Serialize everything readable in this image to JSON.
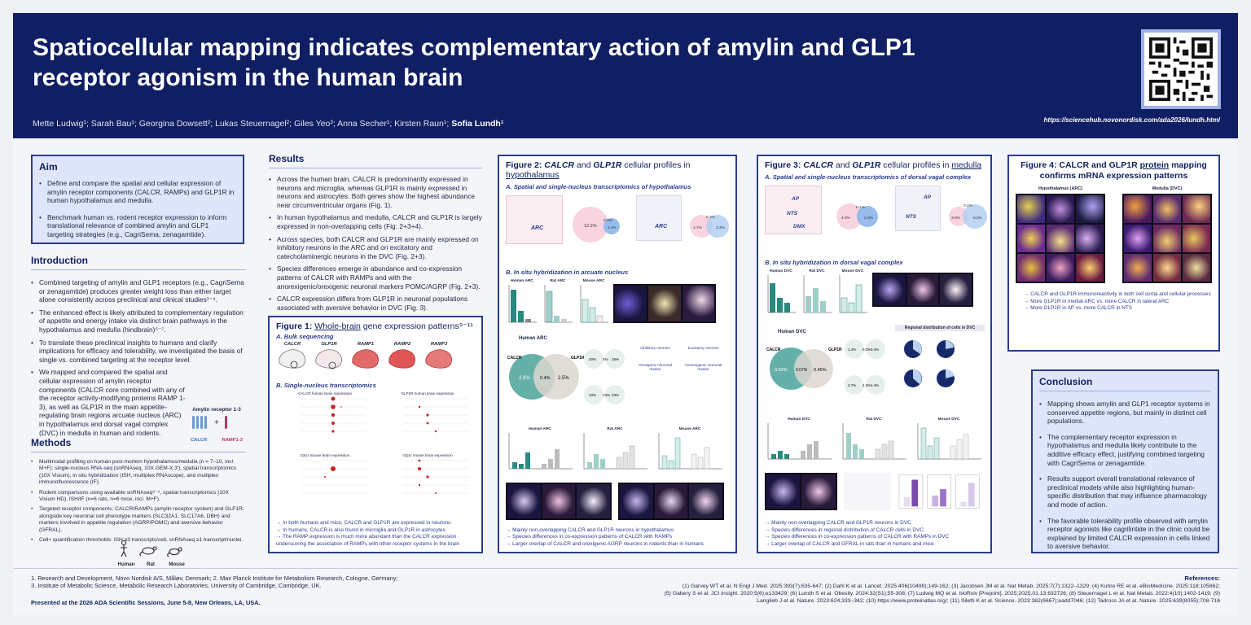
{
  "header": {
    "title_line1": "Spatiocellular mapping indicates complementary action of amylin and GLP1",
    "title_line2": "receptor agonism in the human brain",
    "authors_plain": "Mette Ludwig¹; Sarah Bau¹; Georgina Dowsett²; Lukas Steuernagel²; Giles Yeo³; Anna Secher¹; Kirsten Raun¹; ",
    "authors_bold": "Sofia Lundh¹",
    "url": "https://sciencehub.novonordisk.com/ada2026/lundh.html"
  },
  "aim": {
    "heading": "Aim",
    "items": [
      "Define and compare the spatial and cellular expression of amylin receptor components (CALCR, RAMPs) and GLP1R in human hypothalamus and medulla.",
      "Benchmark human vs. rodent receptor expression to inform translational relevance of combined amylin and GLP1 targeting strategies (e.g., CagriSema, zenagamtide)."
    ]
  },
  "introduction": {
    "heading": "Introduction",
    "items": [
      "Combined targeting of amylin and GLP1 receptors (e.g., CagriSema or zenagamtide) produces greater weight loss than either target alone consistently across preclinical and clinical studies¹⁻⁴.",
      "The enhanced effect is likely attributed to complementary regulation of appetite and energy intake via distinct brain pathways in the hypothalamus and medulla (hindbrain)⁵⁻⁷.",
      "To translate these preclinical insights to humans and clarify implications for efficacy and tolerability, we investigated the basis of single vs. combined targeting at the receptor level.",
      "We mapped and compared the spatial and cellular expression of amylin receptor components (CALCR core combined with any of the receptor activity-modifying proteins RAMP 1-3), as well as GLP1R in the main appetite-regulating brain regions arcuate nucleus (ARC) in hypothalamus and dorsal vagal complex (DVC) in medulla in human and rodents."
    ],
    "receptor_label": "Amylin receptor 1-3",
    "calcr_label": "CALCR",
    "ramp_label": "RAMP1-3"
  },
  "methods": {
    "heading": "Methods",
    "items": [
      "Multimodal profiling on human post-mortem hypothalamus/medulla (n = 7–10, incl M+F): single-nucleus RNA-seq (snRNAseq, 10X GEM-X 3'), spatial transcriptomics (10X Visium), in situ hybridization (ISH, multiplex RNAscope), and multiplex immunofluorescence (IF).",
      "Rodent comparisons using available snRNAseq⁸⁻⁹, spatial transcriptomics (10X Visium HD), ISH/IF (n=6 rats, n=6 mice, incl. M+F).",
      "Targeted receptor components: CALCR/RAMPs (amylin receptor system) and GLP1R, alongside key neuronal cell phenotype markers (SLC32A1, SLC17A6, DBH) and markers involved in appetite regulation (AGRP/POMC) and aversive behavior (GFRAL).",
      "Cell+ quantification thresholds: ISH ≥3 transcripts/cell, snRNAseq ≥1 transcript/nuclei."
    ],
    "species": [
      "Human",
      "Rat",
      "Mouse"
    ]
  },
  "results": {
    "heading": "Results",
    "items": [
      "Across the human brain, CALCR is predominantly expressed in neurons and microglia, whereas GLP1R is mainly expressed in neurons and astrocytes. Both genes show the highest abundance near circumventricular organs (Fig. 1).",
      "In human hypothalamus and medulla, CALCR and GLP1R is largely expressed in non-overlapping cells (Fig. 2+3+4).",
      "Across species, both CALCR and GLP1R are mainly expressed on inhibitory neurons in the ARC and on excitatory and catecholaminergic neurons in the DVC (Fig. 2+3).",
      "Species differences emerge in abundance and co-expression patterns of CALCR with RAMPs and with the anorexigenic/orexigenic neuronal markers POMC/AGRP (Fig. 2+3).",
      "CALCR expression differs from GLP1R in neuronal populations associated with aversive behavior in DVC (Fig. 3)."
    ]
  },
  "fig1": {
    "title_prefix": "Figure 1: ",
    "title_link": "Whole-brain",
    "title_rest": " gene expression patterns⁹⁻¹¹",
    "sub_a": "A. Bulk sequencing",
    "genes": [
      "CALCR",
      "GLP1R",
      "RAMP1",
      "RAMP2",
      "RAMP3"
    ],
    "sub_b": "B. Single-nucleus transcriptomics",
    "dot_titles": [
      "CALCR human brain expression",
      "GLP1R human brain expression",
      "Calcr mouse brain expression",
      "Glp1r mouse brain expression"
    ],
    "notes": [
      "→ In both humans and mice, CALCR and GLP1R are expressed in neurons",
      "→ In humans, CALCR is also found in microglia and GLP1R in astrocytes",
      "→ The RAMP expression is much more abundant than the CALCR expression underscoring the association of RAMPs with other receptor systems in the brain"
    ]
  },
  "fig2": {
    "title_prefix": "Figure 2: ",
    "title_g1": "CALCR",
    "title_and": " and ",
    "title_g2": "GLP1R",
    "title_mid": " cellular profiles in ",
    "title_link": "hypothalamus",
    "sub_a": "A. Spatial and single-nucleus transcriptomics of hypothalamus",
    "arc": "ARC",
    "human_venn": [
      "12.2%",
      "0.3%",
      "1.4%"
    ],
    "mouse_venn": [
      "1.7%",
      "0.3%",
      "3.3%"
    ],
    "sub_b": "B. In situ hybridization in arcuate nucleus",
    "bar_titles": [
      "Human ARC",
      "Rat ARC",
      "Mouse ARC"
    ],
    "human_arc_label": "Human ARC",
    "big_venn": [
      "2.3%",
      "0.4%",
      "2.5%"
    ],
    "calcr": "CALCR",
    "glp1r": "GLP1R",
    "pies_rat": [
      "20%",
      "4%",
      "15%"
    ],
    "pies_mouse": [
      "33%",
      "13%",
      "23%"
    ],
    "neuron_labels": [
      "Inhibitory neurons",
      "Excitatory neurons",
      "Orexigenic neuronal marker",
      "Anorexigenic neuronal marker"
    ],
    "notes": [
      "→ Mainly non-overlapping CALCR and GLP1R neurons in hypothalamus",
      "→ Species differences in co-expression patterns of CALCR with RAMPs",
      "→ Larger overlap of CALCR and orexigenic AGRP neurons in rodents than in humans"
    ]
  },
  "fig3": {
    "title_prefix": "Figure 3: ",
    "title_g1": "CALCR",
    "title_and": " and ",
    "title_g2": "GLP1R",
    "title_mid": " cellular profiles in ",
    "title_link": "medulla",
    "sub_a": "A. Spatial and single-nucleus transcriptomics of dorsal vagal complex",
    "regions": [
      "AP",
      "NTS",
      "DMX"
    ],
    "human_venn": [
      "4.0%",
      "0.1%",
      "2.0%"
    ],
    "mouse_venn": [
      "3.0%",
      "0.2%",
      "5.0%"
    ],
    "sub_b": "B. In situ hybridization in dorsal vagal complex",
    "bar_titles": [
      "Human DVC",
      "Rat DVC",
      "Mouse DVC"
    ],
    "human_dvc_label": "Human DVC",
    "big_venn": [
      "0.52%",
      "0.07%",
      "0.45%"
    ],
    "pies_rat": [
      "1.4%",
      "0.3%",
      "3.4%"
    ],
    "pies_mouse": [
      "3.7%",
      "1.3%",
      "1.4%"
    ],
    "regional_title": "Regional distribution of cells in DVC",
    "notes": [
      "→ Mainly non-overlapping CALCR and GLP1R neurons in DVC",
      "→ Species differences in regional distribution of CALCR cells in DVC",
      "→ Species differences in co-expression patterns of CALCR with RAMPs in DVC",
      "→ Larger overlap of CALCR and GFRAL in rats than in humans and mice"
    ]
  },
  "fig4": {
    "title_a": "Figure 4: CALCR and GLP1R ",
    "title_link": "protein",
    "title_b": " mapping",
    "title_line2": "confirms mRNA expression patterns",
    "col1": "Hypothalamus (ARC)",
    "col2": "Medulla (DVC)",
    "notes": [
      "→ CALCR and GLP1R immunoreactivity in both cell soma and cellular processes",
      "→ More GLP1R in medial ARC vs. more CALCR in lateral ARC",
      "→ More GLP1R in AP vs. more CALCR in NTS"
    ]
  },
  "conclusion": {
    "heading": "Conclusion",
    "items": [
      "Mapping shows amylin and GLP1 receptor systems in conserved appetite regions, but mainly in distinct cell populations.",
      "The complementary receptor expression in hypothalamus and medulla likely contribute to the additive efficacy effect, justifying combined targeting with CagriSema or zenagamtide.",
      "Results support overall translational relevance of preclinical models while also highlighting human-specific distribution that may influence pharmacology and mode of action.",
      "The favorable tolerability profile observed with amylin receptor agonists like cagrilintide in the clinic could be explained by limited CALCR expression in cells linked to aversive behavior."
    ]
  },
  "footer": {
    "aff1": "1. Research and Development, Novo Nordisk A/S, Måløv, Denmark; 2. Max Planck Institute for Metabolism Research, Cologne, Germany;",
    "aff2": "3. Institute of Metabolic Science, Metabolic Research Laboratories, University of Cambridge, Cambridge, UK.",
    "presented": "Presented at the 2026 ADA Scientific Sessions, June 5-8, New Orleans, LA, USA.",
    "refs_heading": "References:",
    "refs1": "(1) Garvey WT et al. N Engl J Med. 2025:393(7);635-647; (2) Dahl K et al. Lancet. 2025:406(10499);149-162; (3) Jacobsen JM et al. Nat Metab. 2025:7(7);1322–1329; (4) Kuhre RE et al. eBioMedicine. 2025:118;105862;",
    "refs2": "(5) Gabery S et al. JCI Insight. 2020:5(6);e133429; (6) Lundh S et al. Obesity. 2024:32(S1);55-308; (7) Ludwig MQ et al. bioRxiv [Preprint]. 2025;2025.01.13.632726; (8) Steuernagel L et al. Nat Metab. 2022:4(10);1402-1419; (9)",
    "refs3": "Langlieb J et al. Nature. 2023:624;333–342; (10) https://www.proteinatlas.org/; (11) Siletti K et al. Science. 2023:382(6667);eadd7046; (12) Tadross JA et al. Nature. 2025:639(8055);708-716"
  }
}
